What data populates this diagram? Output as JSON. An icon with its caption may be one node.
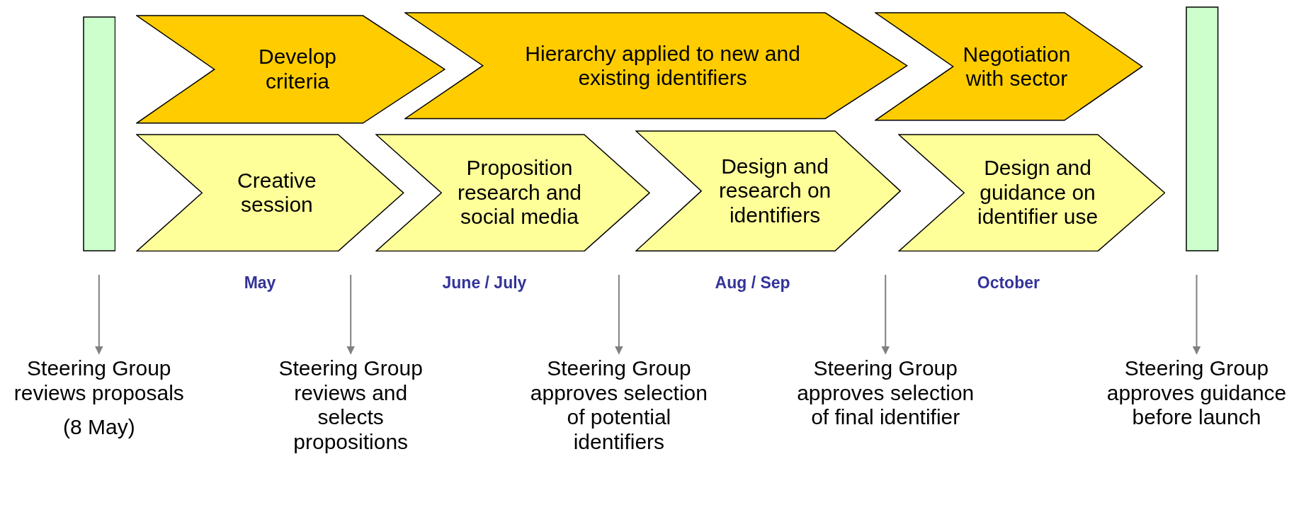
{
  "diagram": {
    "nodes": [
      {
        "text": [],
        "shape": "bar"
      },
      {
        "text": [
          "Develop criteria"
        ]
      },
      {
        "text": [
          "Hierarchy applied to new and existing identifiers"
        ]
      },
      {
        "text": [
          "Negotiation with sector"
        ]
      },
      {
        "text": [
          "Creative session"
        ]
      },
      {
        "text": [
          "Proposition research and social media"
        ]
      },
      {
        "text": [
          "Design and research on identifiers"
        ]
      },
      {
        "text": [
          "Design and guidance on identifier use"
        ]
      },
      {
        "text": [],
        "shape": "bar"
      },
      {
        "text": [
          "Steering Group reviews proposals",
          "(8 May)"
        ]
      },
      {
        "text": [
          "Steering Group reviews and selects propositions"
        ]
      },
      {
        "text": [
          "Steering Group approves selection of potential identifiers"
        ]
      },
      {
        "text": [
          "Steering Group approves selection of final identifier"
        ]
      },
      {
        "text": [
          "Steering Group approves guidance before launch"
        ]
      }
    ],
    "edges": [
      {
        "from": null,
        "to": 9,
        "arrow": "to"
      },
      {
        "from": null,
        "to": 10,
        "arrow": "to"
      },
      {
        "from": null,
        "to": 11,
        "arrow": "to"
      },
      {
        "from": null,
        "to": 12,
        "arrow": "to"
      },
      {
        "from": null,
        "to": 13,
        "arrow": "to"
      }
    ],
    "labels": [
      "May",
      "June / July",
      "Aug / Sep",
      "October"
    ]
  }
}
